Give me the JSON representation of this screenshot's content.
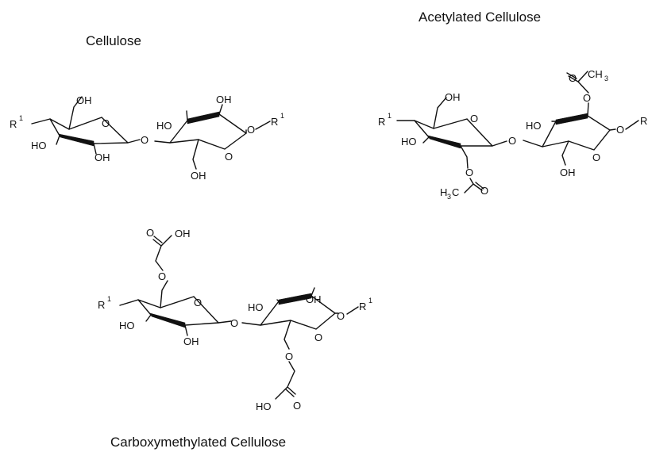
{
  "titles": {
    "cellulose": "Cellulose",
    "acetylated": "Acetylated Cellulose",
    "carboxymethylated": "Carboxymethylated Cellulose"
  },
  "atoms": {
    "R": "R",
    "sup1": "1",
    "OH": "OH",
    "HO": "HO",
    "O": "O",
    "CH": "CH",
    "sub3": "3",
    "H": "H",
    "C": "C"
  }
}
